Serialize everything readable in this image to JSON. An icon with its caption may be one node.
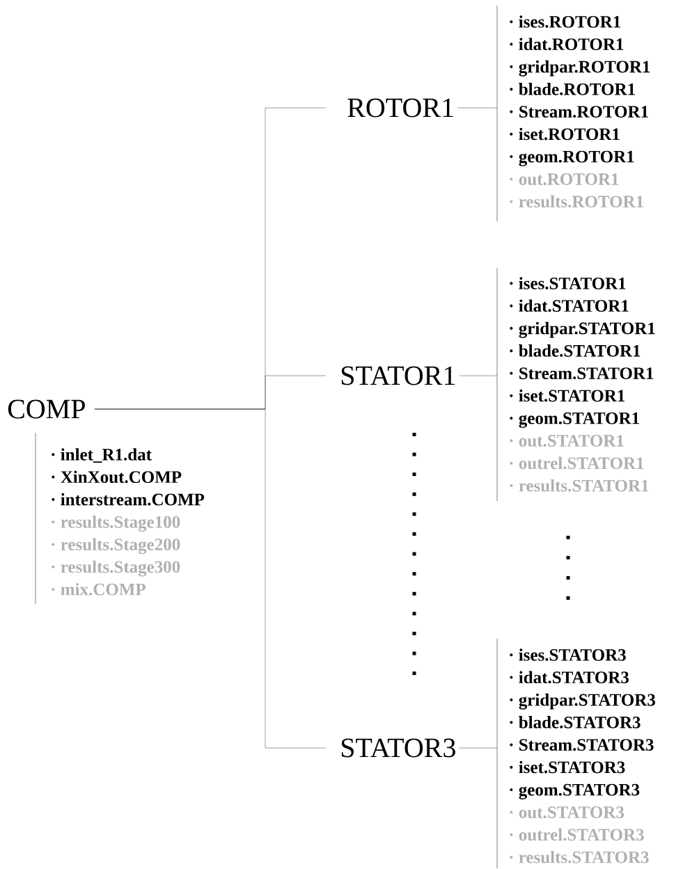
{
  "diagram": {
    "nodes": [
      {
        "text": [
          "COMP"
        ]
      },
      {
        "text": [
          "· inlet_R1.dat",
          "· XinXout.COMP",
          "· interstream.COMP",
          "· results.Stage100",
          "· results.Stage200",
          "· results.Stage300",
          "· mix.COMP"
        ]
      },
      {
        "text": [
          "ROTOR1"
        ]
      },
      {
        "text": [
          "· ises.ROTOR1",
          "· idat.ROTOR1",
          "· gridpar.ROTOR1",
          "· blade.ROTOR1",
          "· Stream.ROTOR1",
          "· iset.ROTOR1",
          "· geom.ROTOR1",
          "· out.ROTOR1",
          "· results.ROTOR1"
        ]
      },
      {
        "text": [
          "STATOR1"
        ]
      },
      {
        "text": [
          "· ises.STATOR1",
          "· idat.STATOR1",
          "· gridpar.STATOR1",
          "· blade.STATOR1",
          "· Stream.STATOR1",
          "· iset.STATOR1",
          "· geom.STATOR1",
          "· out.STATOR1",
          "· outrel.STATOR1",
          "· results.STATOR1"
        ]
      },
      {
        "text": [
          "STATOR3"
        ]
      },
      {
        "text": [
          "· ises.STATOR3",
          "· idat.STATOR3",
          "· gridpar.STATOR3",
          "· blade.STATOR3",
          "· Stream.STATOR3",
          "· iset.STATOR3",
          "· geom.STATOR3",
          "· out.STATOR3",
          "· outrel.STATOR3",
          "· results.STATOR3"
        ]
      }
    ],
    "edges": [
      {
        "from": 0,
        "to": 2,
        "arrow": "none"
      },
      {
        "from": 0,
        "to": 4,
        "arrow": "none"
      },
      {
        "from": 0,
        "to": 6,
        "arrow": "none"
      },
      {
        "from": 2,
        "to": 3,
        "arrow": "none"
      },
      {
        "from": 4,
        "to": 5,
        "arrow": "none"
      },
      {
        "from": 6,
        "to": 7,
        "arrow": "none"
      }
    ]
  }
}
